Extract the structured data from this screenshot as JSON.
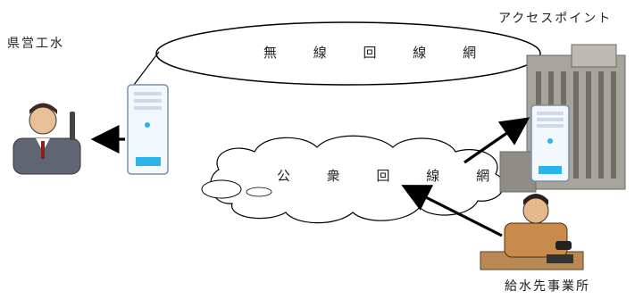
{
  "labels": {
    "prefectural_waterworks": "県営工水",
    "access_point": "アクセスポイント",
    "water_supply_office": "給水先事業所"
  },
  "networks": {
    "wireless": "無 線 回 線 網",
    "public": "公 衆 回 線 網"
  },
  "colors": {
    "line": "#000000",
    "server_body": "#f3f8ff",
    "server_accent": "#2ab4ea",
    "building": "#9c9a92"
  }
}
